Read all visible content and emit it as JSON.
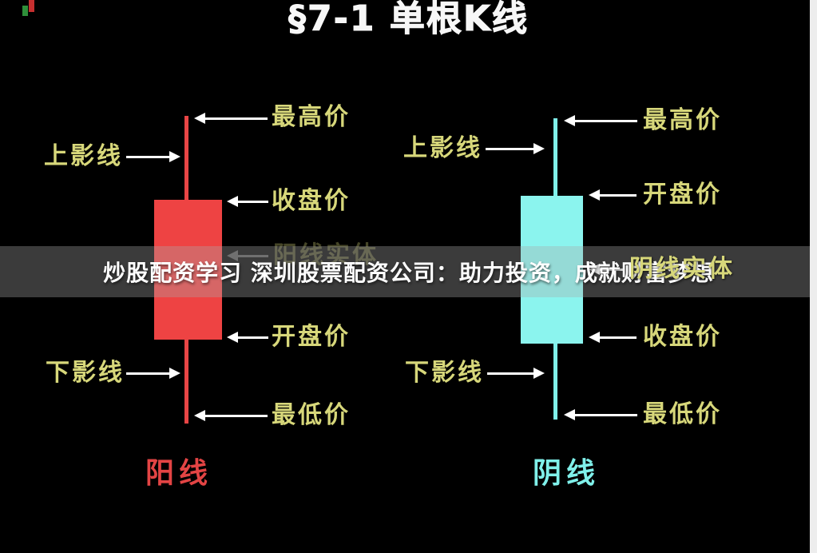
{
  "title": "§7-1 单根K线",
  "watermark": "炒股配资学习 深圳股票配资公司：助力投资，成就财富梦想",
  "left": {
    "type": "bullish",
    "name": "阳线",
    "highest": "最高价",
    "upper_shadow": "上影线",
    "close": "收盘价",
    "body": "阳线实体",
    "open": "开盘价",
    "lower_shadow": "下影线",
    "lowest": "最低价"
  },
  "right": {
    "type": "bearish",
    "name": "阴线",
    "highest": "最高价",
    "upper_shadow": "上影线",
    "open": "开盘价",
    "body": "阴线实体",
    "close": "收盘价",
    "lower_shadow": "下影线",
    "lowest": "最低价"
  },
  "colors": {
    "background": "#000000",
    "bullish_red": "#ee4343",
    "bearish_cyan": "#8bf4ee",
    "label_yellow": "#d7d77a",
    "arrow_white": "#ffffff",
    "title_white": "#f7f7f7",
    "bullish_name_red": "#e34444",
    "bearish_name_cyan": "#7ff0ea"
  }
}
